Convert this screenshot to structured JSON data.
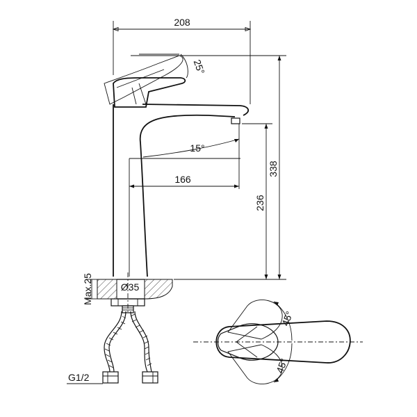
{
  "dimensions": {
    "total_width": "208",
    "handle_angle": "25°",
    "spout_angle": "15°",
    "spout_reach": "166",
    "total_height": "338",
    "spout_height": "236",
    "max_thickness": "Max.25",
    "hole_diameter": "Ø35",
    "thread": "G1/2",
    "rotation_top": "45°",
    "rotation_bottom": "45°"
  },
  "colors": {
    "line": "#111111",
    "background": "#ffffff"
  }
}
